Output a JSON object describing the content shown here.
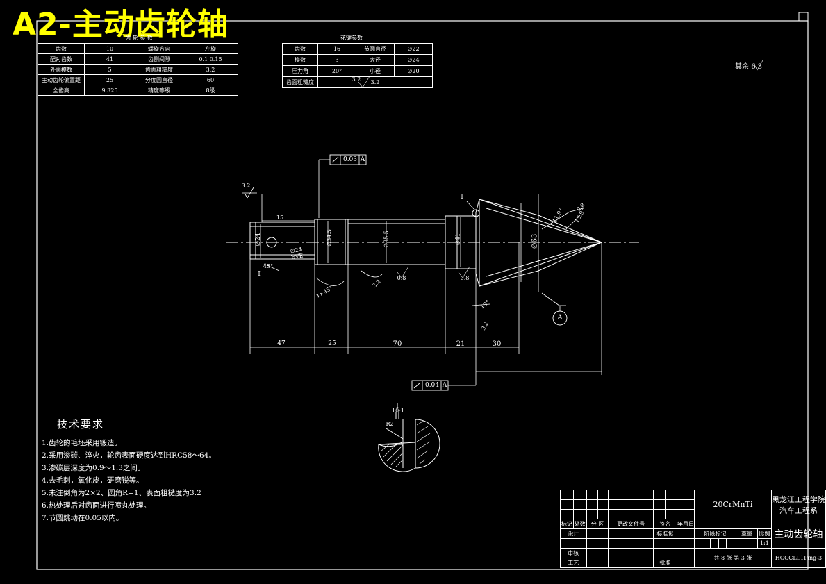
{
  "watermark": "A2-主动齿轮轴",
  "gear_params": {
    "caption": "齿 轮 参 数",
    "rows": [
      [
        "齿数",
        "10",
        "螺旋方向",
        "左旋"
      ],
      [
        "配对齿数",
        "41",
        "齿侧间隙",
        "0.1  0.15"
      ],
      [
        "外面模数",
        "5",
        "齿面粗糙度",
        "3.2"
      ],
      [
        "主动齿轮偏置距",
        "25",
        "分度圆直径",
        "60"
      ],
      [
        "全齿高",
        "9.325",
        "精度等级",
        "8级"
      ]
    ]
  },
  "spline_params": {
    "caption": "花键参数",
    "rows": [
      [
        "齿数",
        "16",
        "节圆直径",
        "∅22"
      ],
      [
        "模数",
        "3",
        "大径",
        "∅24"
      ],
      [
        "压力角",
        "20°",
        "小径",
        "∅20"
      ]
    ],
    "last_label": "齿面粗糙度",
    "last_value": "3.2"
  },
  "rough_corner": {
    "label": "其余",
    "value": "6.3"
  },
  "tolerances": {
    "top": {
      "value": "0.03",
      "datum": "A"
    },
    "bottom": {
      "value": "0.04",
      "datum": "A"
    }
  },
  "datum_label": "A",
  "dimensions": {
    "len_47": "47",
    "len_25": "25",
    "len_70": "70",
    "len_21": "21",
    "len_30": "30",
    "len_15": "15",
    "dia_24": "∅24",
    "dia_shaft": "∅34.5",
    "dia_main": "∅35.5",
    "dia_step": "∅41",
    "dia_63": "∅63",
    "chamfer": "1×45°",
    "taper_angle": "45°",
    "cone_angle_1": "11.9°",
    "cone_angle_2": "13.9°",
    "angle_small": "19°",
    "spline_note": "∅24 EVE",
    "rough_left": "3.2",
    "rough_a": "3.2",
    "rough_b": "0.8",
    "rough_c": "0.8",
    "rough_d": "3.2",
    "rough_e": "0.8",
    "rough_f": "3.2",
    "mark_i": "I",
    "mark_i2": "I",
    "detail_label": "I",
    "detail_scale": "10:1",
    "detail_r": "R2"
  },
  "requirements": {
    "title": "技术要求",
    "items": [
      "1.齿轮的毛坯采用锻造。",
      "2.采用渗碳、淬火，轮齿表面硬度达到HRC58～64。",
      "3.渗碳层深度为0.9～1.3之间。",
      "4.去毛刺，氧化皮，研磨锐等。",
      "5.未注倒角为2×2、圆角R=1、表面粗糙度为3.2",
      "6.热处理后对齿面进行喷丸处理。",
      "7.节圆跳动在0.05以内。"
    ]
  },
  "title_block": {
    "material": "20CrMnTi",
    "school": "黑龙江工程学院",
    "dept": "汽车工程系",
    "part_name": "主动齿轮轴",
    "drawing_no": "HGCCLL1Ping-3",
    "scale": "1:1",
    "stage_label": "阶段标记",
    "weight_label": "重量",
    "scale_label": "比例",
    "sheets": "共 8 张   第 3 张",
    "rev_labels": [
      "标记",
      "处数",
      "分 区",
      "更改文件号",
      "签名",
      "年月日"
    ],
    "design": "设计",
    "std": "标准化",
    "check": "审核",
    "process": "工艺",
    "approve": "批准"
  }
}
